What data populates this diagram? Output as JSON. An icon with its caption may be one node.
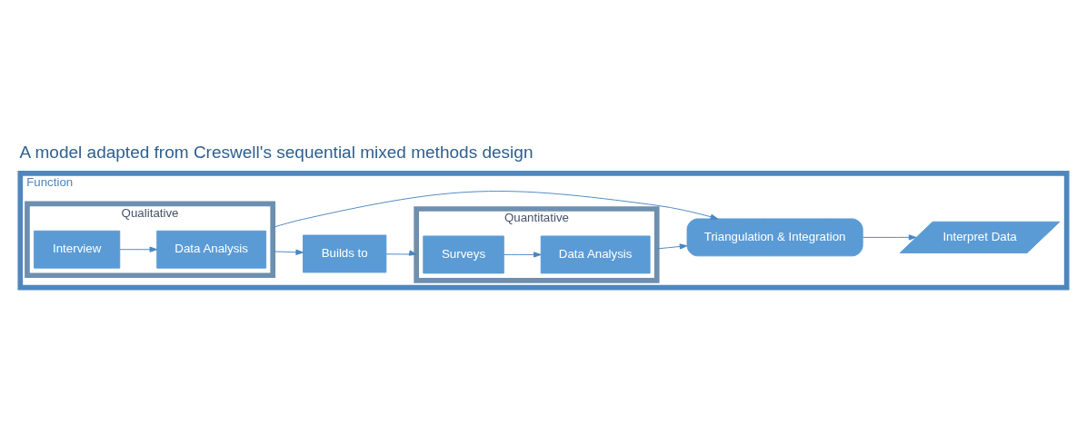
{
  "diagram": {
    "title": "A model adapted from Creswell's sequential mixed methods design",
    "nodes": [
      {
        "text": [
          "Function"
        ]
      },
      {
        "text": [
          "Qualitative"
        ],
        "in": 0
      },
      {
        "text": [
          "Interview"
        ],
        "in": 1
      },
      {
        "text": [
          "Data Analysis"
        ],
        "in": 1
      },
      {
        "text": [
          "Builds to"
        ],
        "in": 0
      },
      {
        "text": [
          "Quantitative"
        ],
        "in": 0
      },
      {
        "text": [
          "Surveys"
        ],
        "in": 5
      },
      {
        "text": [
          "Data Analysis"
        ],
        "in": 5
      },
      {
        "text": [
          "Triangulation & Integration"
        ],
        "in": 0
      },
      {
        "text": [
          "Interpret Data"
        ],
        "in": 0
      }
    ],
    "edges": [
      {
        "from": 2,
        "to": 3,
        "arrow": "to"
      },
      {
        "from": 1,
        "to": 4,
        "arrow": "to"
      },
      {
        "from": 4,
        "to": 5,
        "arrow": "to"
      },
      {
        "from": 6,
        "to": 7,
        "arrow": "to"
      },
      {
        "from": 1,
        "to": 8,
        "arrow": "to"
      },
      {
        "from": 5,
        "to": 8,
        "arrow": "to"
      },
      {
        "from": 8,
        "to": 9,
        "arrow": "to"
      }
    ]
  }
}
